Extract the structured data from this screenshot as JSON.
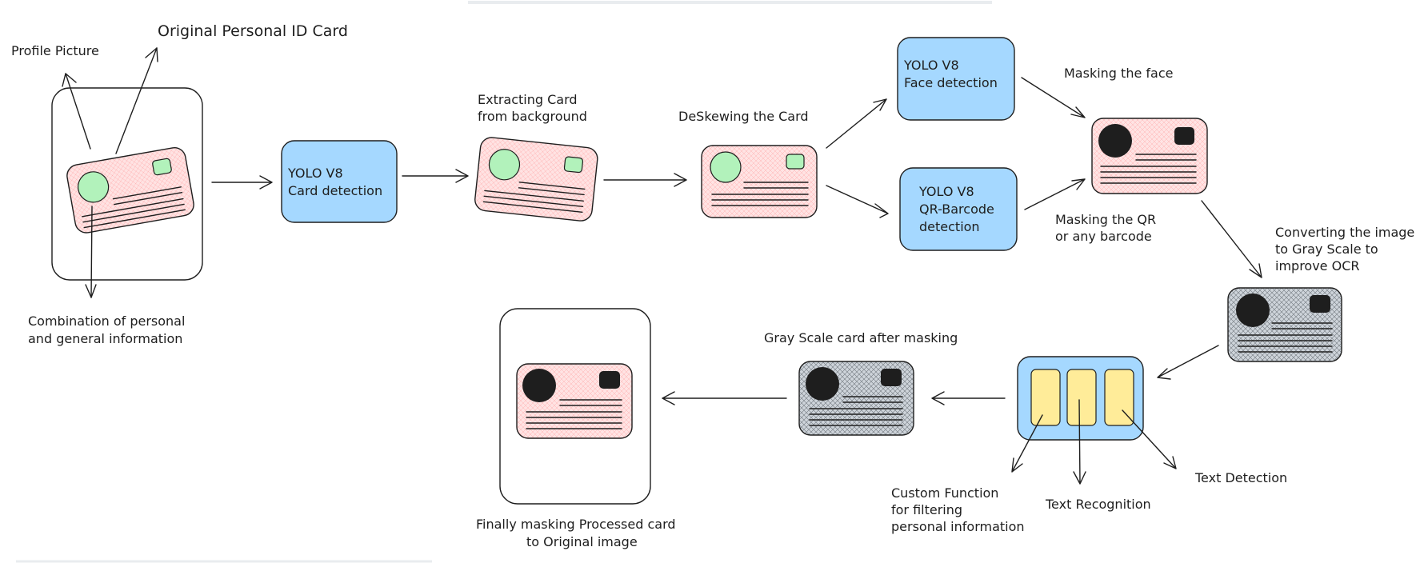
{
  "colors": {
    "stroke": "#1e1e1e",
    "model_box": "#a5d8ff",
    "card_pink": "#ffe3e3",
    "card_gray": "#ced4da",
    "circle_green": "#b2f2bb",
    "mask_black": "#1e1e1e",
    "text_slot": "#ffec99"
  },
  "labels": {
    "original_card": "Original Personal ID Card",
    "profile_picture": "Profile Picture",
    "combination_line1": "Combination of personal",
    "combination_line2": "and general information",
    "extracting_line1": "Extracting Card",
    "extracting_line2": "from background",
    "deskewing": "DeSkewing the Card",
    "masking_face": "Masking the face",
    "masking_qr_line1": "Masking the QR",
    "masking_qr_line2": "or any barcode",
    "gray_convert_line1": "Converting the image",
    "gray_convert_line2": "to Gray Scale to",
    "gray_convert_line3": "improve OCR",
    "gray_after_masking": "Gray Scale card after masking",
    "final_line1": "Finally masking Processed card",
    "final_line2": "to Original image",
    "custom_line1": "Custom Function",
    "custom_line2": "for filtering",
    "custom_line3": "personal information",
    "text_recognition": "Text Recognition",
    "text_detection": "Text Detection"
  },
  "boxes": {
    "card_detection_line1": "YOLO V8",
    "card_detection_line2": "Card detection",
    "face_detection_line1": "YOLO V8",
    "face_detection_line2": "Face detection",
    "qr_detection_line1": "YOLO V8",
    "qr_detection_line2": "QR-Barcode",
    "qr_detection_line3": "detection"
  }
}
